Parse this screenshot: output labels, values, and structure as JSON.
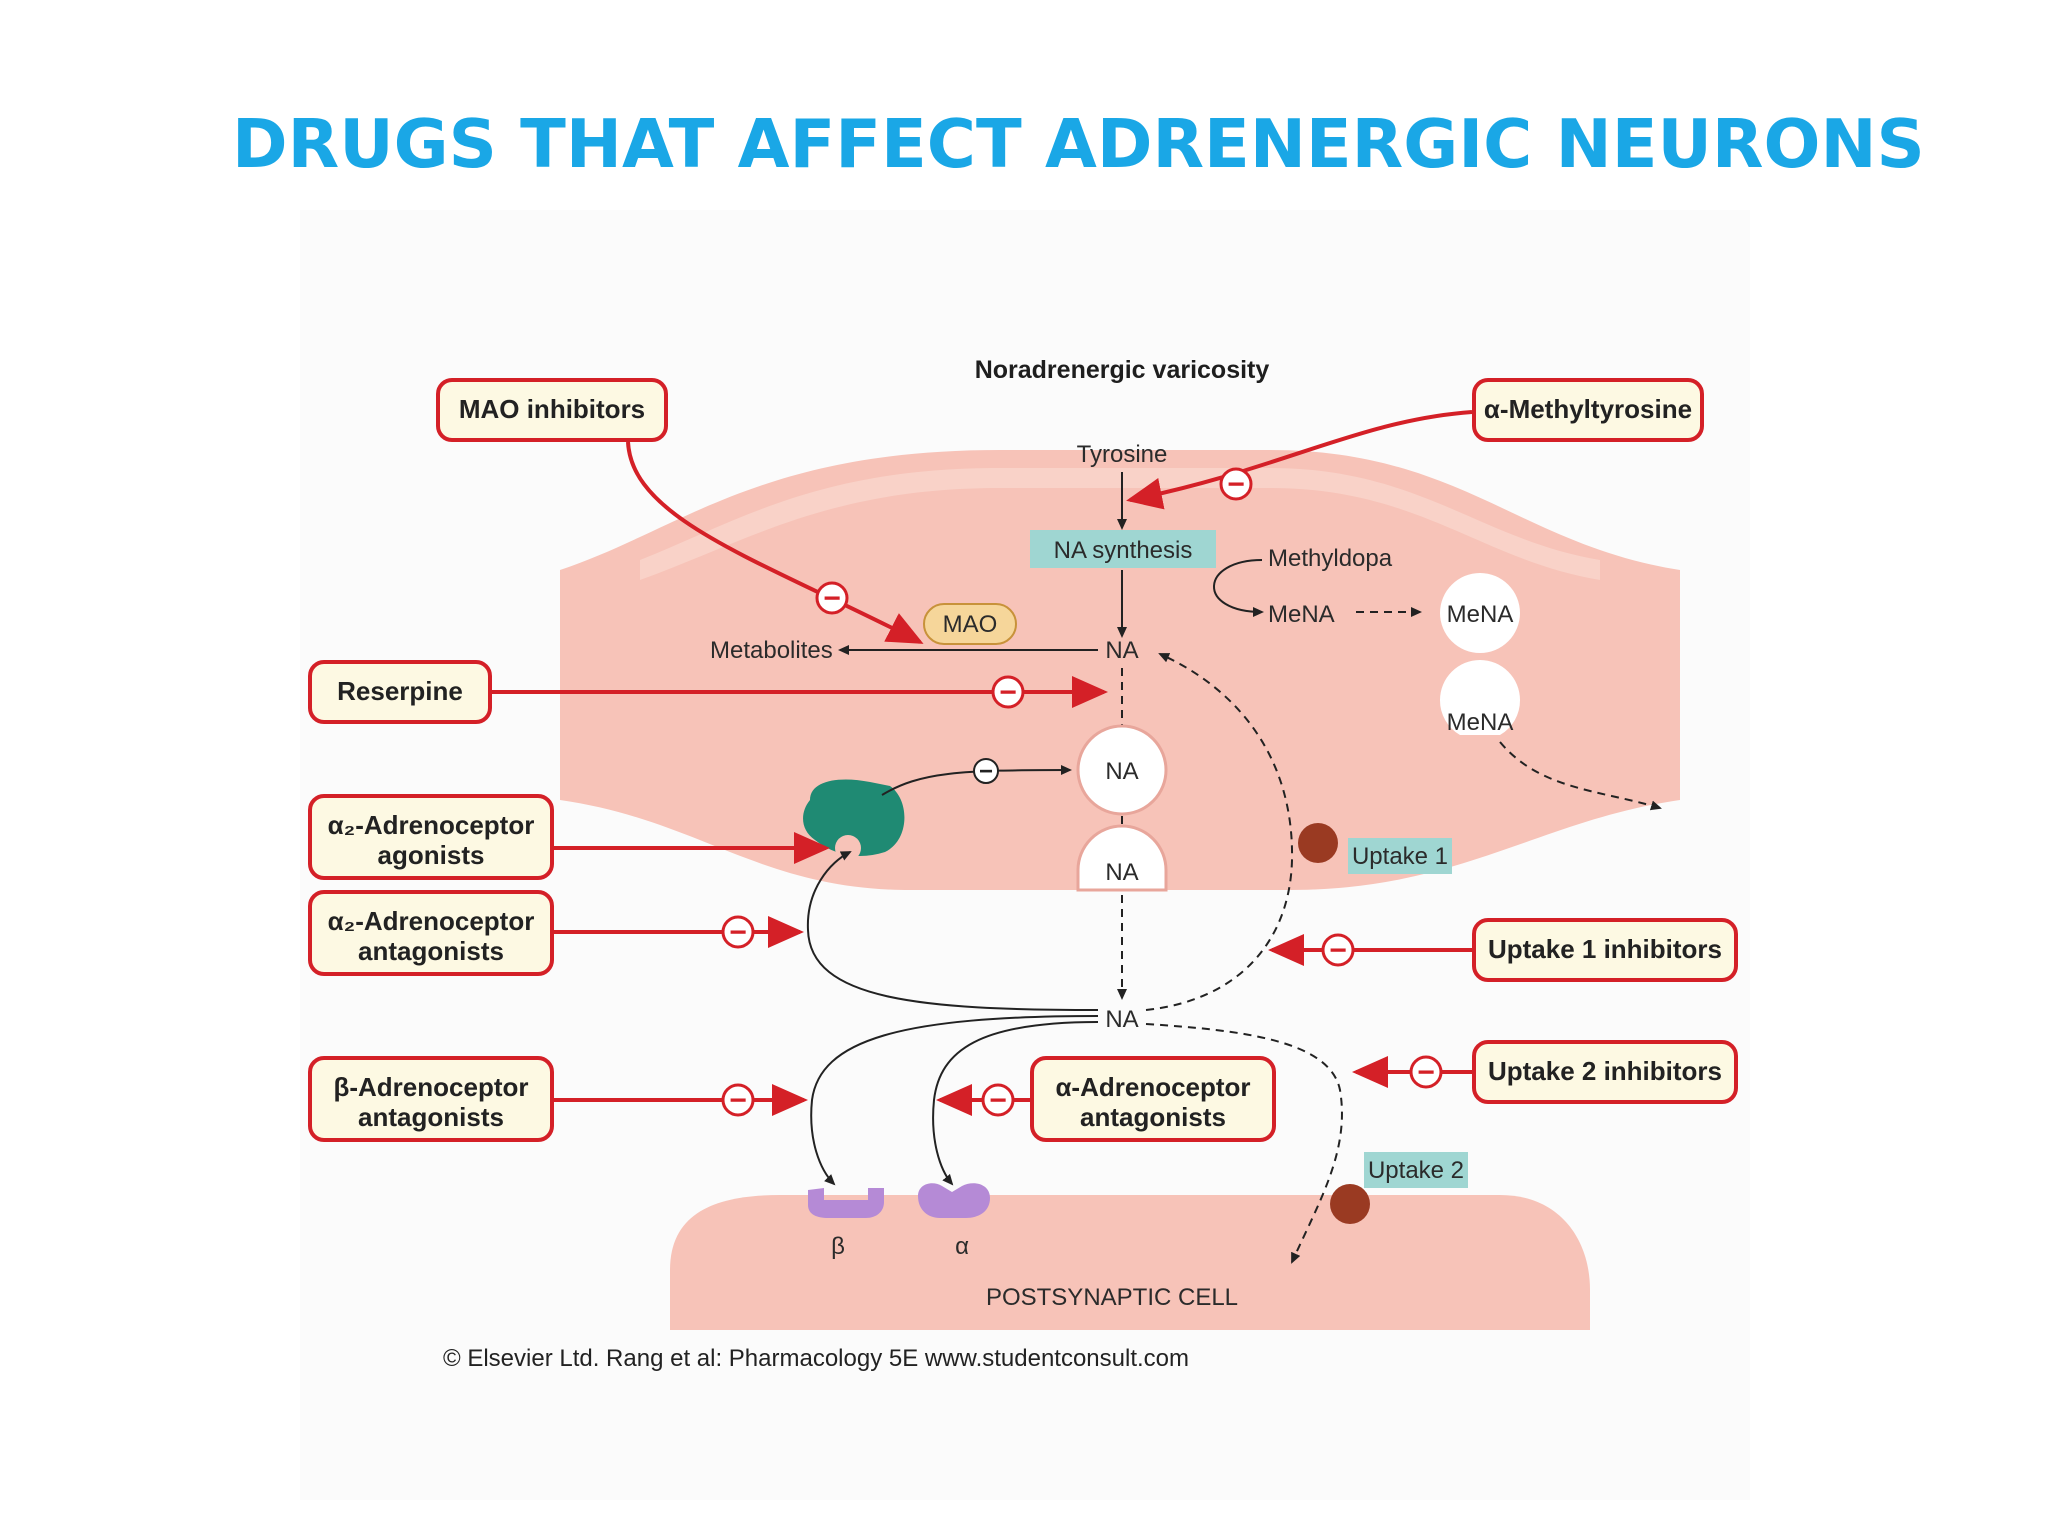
{
  "title": "DRUGS THAT AFFECT ADRENERGIC NEURONS",
  "diagram": {
    "header": "Noradrenergic varicosity",
    "tyrosine": "Tyrosine",
    "na_synthesis": "NA synthesis",
    "methyldopa": "Methyldopa",
    "mena": "MeNA",
    "mao": "MAO",
    "metabolites": "Metabolites",
    "na": "NA",
    "uptake1": "Uptake 1",
    "uptake2": "Uptake 2",
    "beta": "β",
    "alpha": "α",
    "postsynaptic": "POSTSYNAPTIC CELL",
    "minus": "−"
  },
  "drugs": {
    "mao_inhibitors": "MAO inhibitors",
    "alpha_methyltyrosine": "α-Methyltyrosine",
    "reserpine": "Reserpine",
    "a2_agonists_1": "α₂-Adrenoceptor",
    "a2_agonists_2": "agonists",
    "a2_antagonists_1": "α₂-Adrenoceptor",
    "a2_antagonists_2": "antagonists",
    "beta_antagonists_1": "β-Adrenoceptor",
    "beta_antagonists_2": "antagonists",
    "alpha_antagonists_1": "α-Adrenoceptor",
    "alpha_antagonists_2": "antagonists",
    "uptake1_inhibitors": "Uptake 1 inhibitors",
    "uptake2_inhibitors": "Uptake 2 inhibitors"
  },
  "credit": "© Elsevier Ltd. Rang et al: Pharmacology 5E www.studentconsult.com",
  "colors": {
    "title": "#1aa7e6",
    "cell_fill": "#f7c3b8",
    "drug_box_fill": "#fdf9e3",
    "inhibit_red": "#d42027",
    "teal_label": "#9fd6d2",
    "autoreceptor": "#1f8a73",
    "receptor_purple": "#b58ad6",
    "uptake_dot": "#9a3a22"
  }
}
